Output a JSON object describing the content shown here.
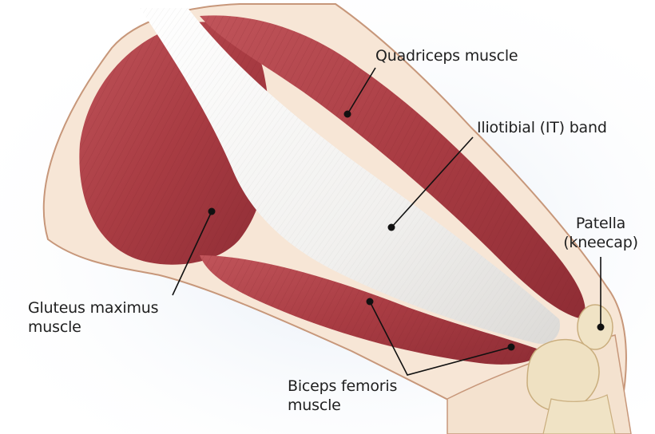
{
  "diagram": {
    "labels": {
      "quadriceps": "Quadriceps muscle",
      "it_band": "Iliotibial (IT) band",
      "patella_line1": "Patella",
      "patella_line2": "(kneecap)",
      "gluteus_line1": "Gluteus maximus",
      "gluteus_line2": "muscle",
      "biceps_line1": "Biceps femoris",
      "biceps_line2": "muscle"
    },
    "colors": {
      "muscle": "#b24348",
      "muscle_dark": "#8e2a31",
      "tendon": "#f4f3f1",
      "skin": "#f6e4d2",
      "skin_outline": "#c99a78",
      "background_haze": "#e6edf6",
      "leader_line": "#111111"
    }
  }
}
